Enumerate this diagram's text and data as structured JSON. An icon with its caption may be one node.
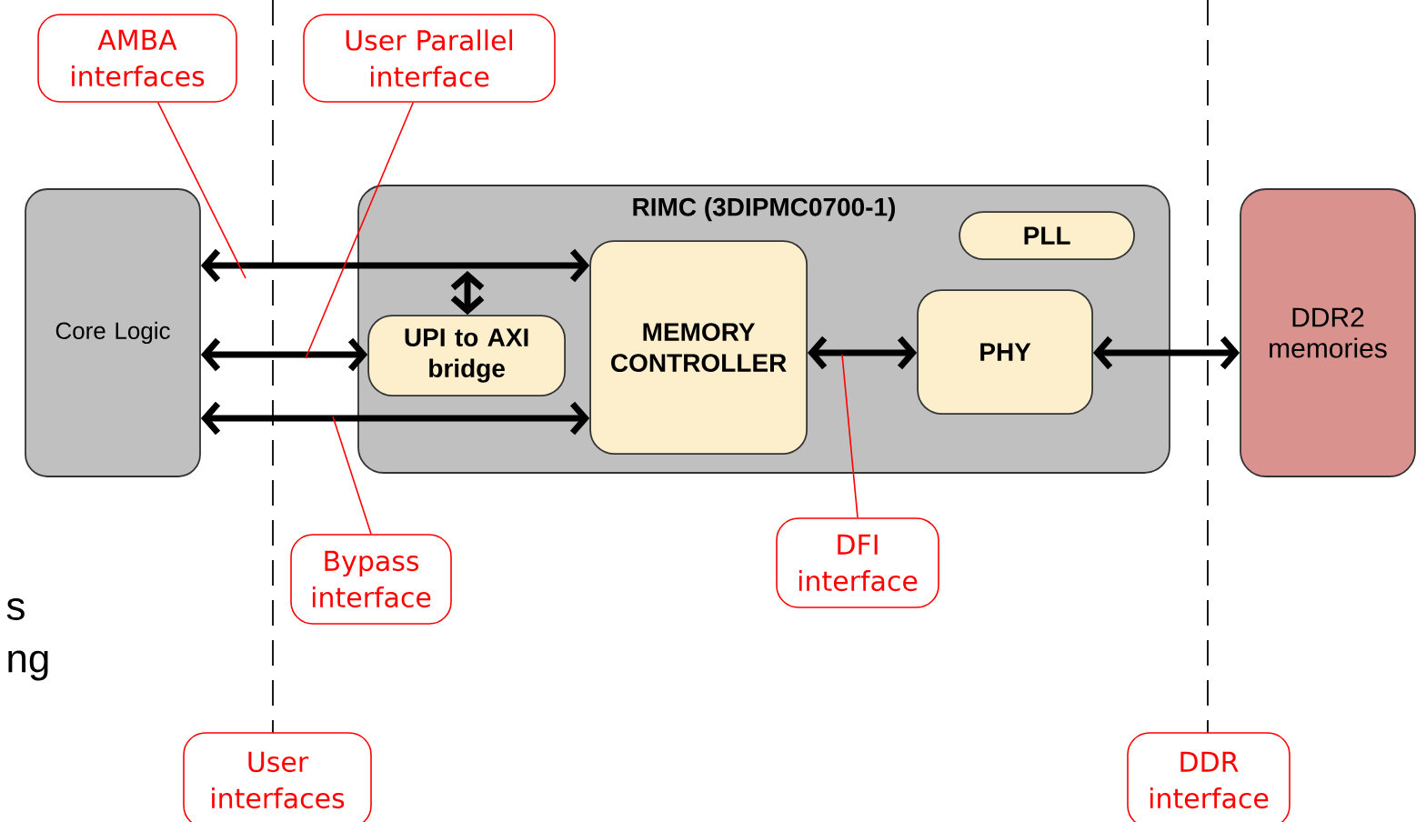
{
  "diagram": {
    "nodes": [
      {
        "text": [
          "Core Logic"
        ]
      },
      {
        "text": [
          "RIMC (3DIPMC0700-1)"
        ]
      },
      {
        "text": [
          "UPI to AXI bridge"
        ],
        "in": 1
      },
      {
        "text": [
          "MEMORY CONTROLLER"
        ],
        "in": 1
      },
      {
        "text": [
          "PLL"
        ],
        "in": 1
      },
      {
        "text": [
          "PHY"
        ],
        "in": 1
      },
      {
        "text": [
          "DDR2 memories"
        ]
      },
      {
        "text": [
          "AMBA interfaces"
        ]
      },
      {
        "text": [
          "User Parallel interface"
        ]
      },
      {
        "text": [
          "Bypass interface"
        ]
      },
      {
        "text": [
          "DFI interface"
        ]
      },
      {
        "text": [
          "User interfaces"
        ]
      },
      {
        "text": [
          "DDR interface"
        ]
      }
    ],
    "edges": [
      {
        "from": 0,
        "to": 3,
        "arrow": "both"
      },
      {
        "from": 0,
        "to": 2,
        "arrow": "both"
      },
      {
        "from": 0,
        "to": 3,
        "arrow": "both"
      },
      {
        "from": 2,
        "to": null,
        "arrow": "both"
      },
      {
        "from": 3,
        "to": 5,
        "arrow": "both"
      },
      {
        "from": 5,
        "to": 6,
        "arrow": "both"
      },
      {
        "from": 7,
        "to": null,
        "arrow": "none",
        "color": "#ff0000"
      },
      {
        "from": 8,
        "to": null,
        "arrow": "none",
        "color": "#ff0000"
      },
      {
        "from": 9,
        "to": null,
        "arrow": "none",
        "color": "#ff0000"
      },
      {
        "from": 10,
        "to": null,
        "arrow": "none",
        "color": "#ff0000"
      }
    ],
    "labels": [
      "s",
      "ng"
    ]
  }
}
